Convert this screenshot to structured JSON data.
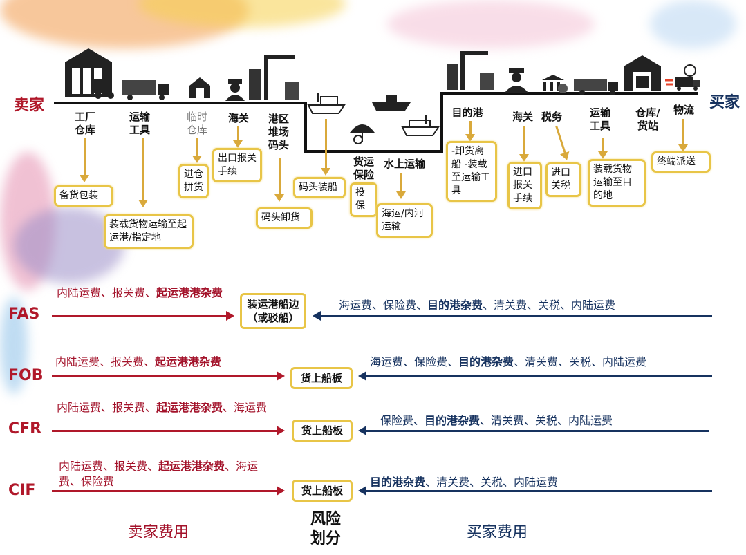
{
  "parties": {
    "seller": "卖家",
    "buyer": "买家"
  },
  "steps": {
    "factory": "工厂仓库",
    "packing": "备货包装",
    "transport1": "运输工具",
    "transport1_box": "装载货物运输至起运港/指定地",
    "temp_wh": "临时仓库",
    "consolidate": "进仓拼货",
    "customs1": "海关",
    "export_clear": "出口报关手续",
    "yard": "港区堆场码头",
    "unload_yard": "码头卸货",
    "loading": "码头装船",
    "insurance": "货运保险",
    "insure": "投保",
    "water": "水上运输",
    "water_box": "海运/内河运输",
    "dest_port": "目的港",
    "dest_box": "-卸货离船 -装载至运输工具",
    "customs2": "海关",
    "import_clear": "进口报关手续",
    "tax": "税务",
    "import_tax": "进口关税",
    "transport2": "运输工具",
    "transport2_box": "装载货物运输至目的地",
    "warehouse": "仓库/货站",
    "logistics": "物流",
    "last_mile": "终端派送"
  },
  "terms": [
    {
      "name": "FAS",
      "point": "装运港船边（或驳船）",
      "seller": [
        "内陆运费、报关费、",
        "起运港港杂费",
        ""
      ],
      "buyer": [
        "海运费、保险费、",
        "目的港杂费",
        "、清关费、关税、内陆运费"
      ]
    },
    {
      "name": "FOB",
      "point": "货上船板",
      "seller": [
        "内陆运费、报关费、",
        "起运港港杂费",
        ""
      ],
      "buyer": [
        "海运费、保险费、",
        "目的港杂费",
        "、清关费、关税、内陆运费"
      ]
    },
    {
      "name": "CFR",
      "point": "货上船板",
      "seller": [
        "内陆运费、报关费、",
        "起运港港杂费",
        "、海运费"
      ],
      "buyer": [
        "保险费、",
        "目的港杂费",
        "、清关费、关税、内陆运费"
      ]
    },
    {
      "name": "CIF",
      "point": "货上船板",
      "seller": [
        "内陆运费、报关费、",
        "起运港港杂费",
        "、海运费、保险费"
      ],
      "buyer": [
        "",
        "目的港杂费",
        "、清关费、关税、内陆运费"
      ]
    }
  ],
  "footer": {
    "seller_cost": "卖家费用",
    "risk": "风险划分",
    "buyer_cost": "买家费用"
  },
  "colors": {
    "seller": "#b0182a",
    "buyer": "#16325f",
    "box": "#e8c547",
    "arrow": "#d9a93b"
  }
}
